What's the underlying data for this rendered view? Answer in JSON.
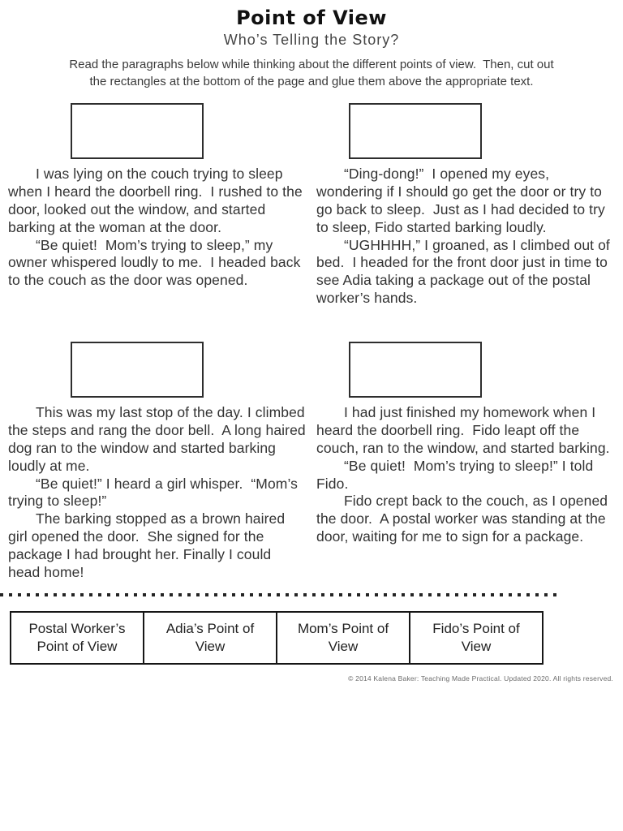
{
  "header": {
    "title": "Point of View",
    "subtitle": "Who’s Telling the Story?",
    "instructions": "Read the paragraphs below while thinking about the different points of view.  Then, cut out\nthe rectangles at the bottom of the page and glue them above the appropriate text."
  },
  "stories": [
    {
      "narrator": "dog",
      "paragraphs": [
        "I was lying on the couch trying to sleep when I heard the doorbell ring.  I rushed to the door, looked out the window, and started barking at the woman at the door.",
        "“Be quiet!  Mom’s trying to sleep,” my owner whispered loudly to me.  I headed back to the couch as the door was opened."
      ]
    },
    {
      "narrator": "mom",
      "paragraphs": [
        "“Ding-dong!”  I opened my eyes, wondering if I should go get the door or try to go back to sleep.  Just as I had decided to try to sleep, Fido started barking loudly.",
        "“UGHHHH,” I groaned, as I climbed out of bed.  I headed for the front door just in time to see Adia taking a package out of the postal worker’s hands."
      ]
    },
    {
      "narrator": "postal-worker",
      "paragraphs": [
        "This was my last stop of the day. I climbed the steps and rang the door bell.  A long haired dog ran to the window and started barking loudly at me.",
        "“Be quiet!” I heard a girl whisper.  “Mom’s trying to sleep!”",
        "The barking stopped as a brown haired girl opened the door.  She signed for the package I had brought her. Finally I could head home!"
      ]
    },
    {
      "narrator": "adia",
      "paragraphs": [
        "I had just finished my homework when I heard the doorbell ring.  Fido leapt off the couch, ran to the window, and started barking.",
        "“Be quiet!  Mom’s trying to sleep!” I told Fido.",
        "Fido crept back to the couch, as I opened the door.  A postal worker was standing at the door, waiting for me to sign for a package."
      ]
    }
  ],
  "cutouts": {
    "labels": [
      "Postal Worker’s Point of View",
      "Adia’s Point of View",
      "Mom’s Point of View",
      "Fido’s Point of View"
    ]
  },
  "footer": {
    "copyright": "© 2014 Kalena Baker: Teaching Made Practical.  Updated 2020.  All rights reserved."
  }
}
